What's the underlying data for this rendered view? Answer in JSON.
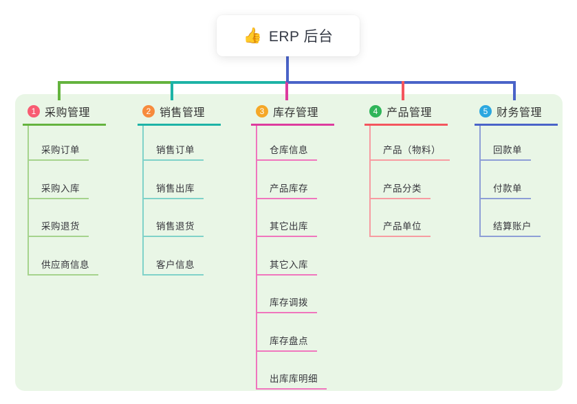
{
  "root": {
    "icon": "thumbs-up-icon",
    "emoji": "👍",
    "label": "ERP 后台"
  },
  "colors": {
    "panel_bg": "#e9f6e6",
    "root_line": "#4a63c8",
    "title_text": "#333333",
    "child_text": "#36363c"
  },
  "branches": [
    {
      "num": "1",
      "title": "采购管理",
      "color": "#64b33e",
      "light_color": "#a5d38c",
      "badge_color": "#f85c72",
      "children": [
        "采购订单",
        "采购入库",
        "采购退货",
        "供应商信息"
      ]
    },
    {
      "num": "2",
      "title": "销售管理",
      "color": "#1db3a6",
      "light_color": "#7fd2c9",
      "badge_color": "#f78b3d",
      "children": [
        "销售订单",
        "销售出库",
        "销售退货",
        "客户信息"
      ]
    },
    {
      "num": "3",
      "title": "库存管理",
      "color": "#dd3b9e",
      "light_color": "#f075bd",
      "badge_color": "#f5a728",
      "children": [
        "仓库信息",
        "产品库存",
        "其它出库",
        "其它入库",
        "库存调拨",
        "库存盘点",
        "出库库明细"
      ]
    },
    {
      "num": "4",
      "title": "产品管理",
      "color": "#f4555e",
      "light_color": "#f79ba1",
      "badge_color": "#2fb559",
      "children": [
        "产品（物料）",
        "产品分类",
        "产品单位"
      ]
    },
    {
      "num": "5",
      "title": "财务管理",
      "color": "#4a63c8",
      "light_color": "#8d9ed6",
      "badge_color": "#2ba7e0",
      "children": [
        "回款单",
        "付款单",
        "结算账户"
      ]
    }
  ]
}
